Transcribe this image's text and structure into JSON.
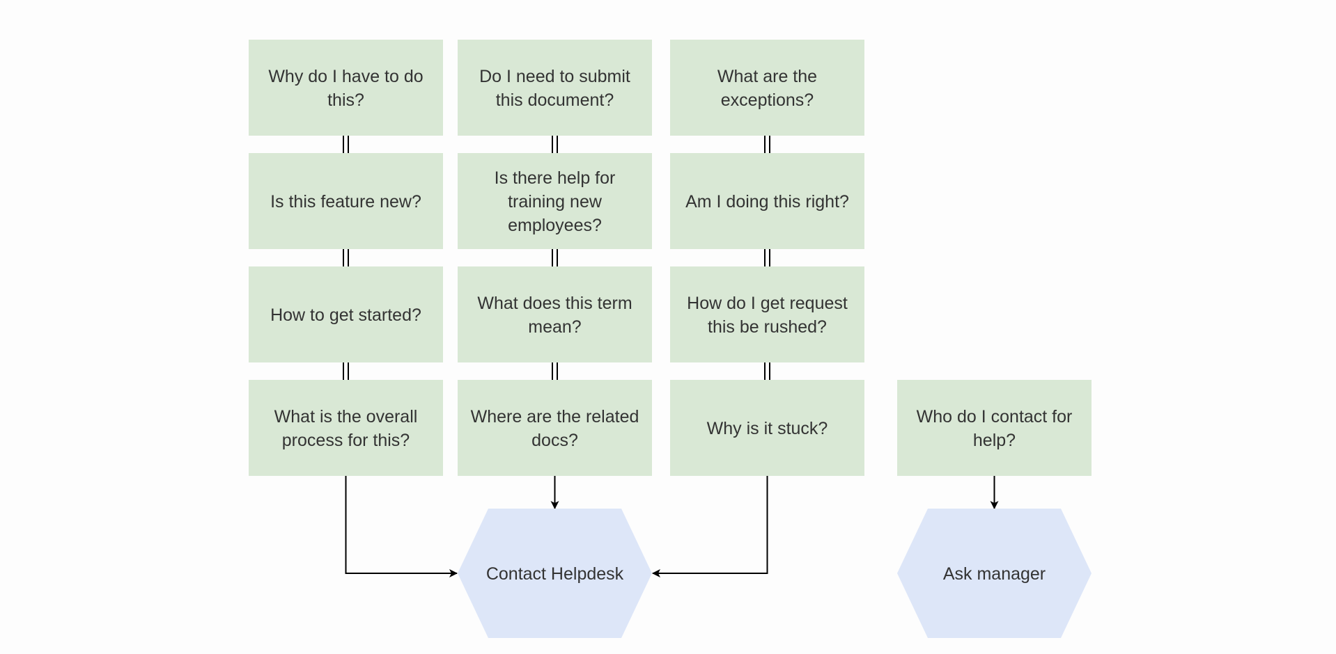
{
  "colors": {
    "box_fill": "#d9e8d5",
    "hex_fill": "#dde6f8",
    "text": "#333333",
    "line": "#000000",
    "background": "#fdfdfd"
  },
  "columns": [
    {
      "boxes": [
        {
          "lines": [
            "Why do I have to do",
            "this?"
          ]
        },
        {
          "lines": [
            "Is this feature new?"
          ]
        },
        {
          "lines": [
            "How to get started?"
          ]
        },
        {
          "lines": [
            "What is the overall",
            "process for this?"
          ]
        }
      ]
    },
    {
      "boxes": [
        {
          "lines": [
            "Do I need to submit",
            "this document?"
          ]
        },
        {
          "lines": [
            "Is there help for",
            "training new",
            "employees?"
          ]
        },
        {
          "lines": [
            "What does this term",
            "mean?"
          ]
        },
        {
          "lines": [
            "Where are the related",
            "docs?"
          ]
        }
      ]
    },
    {
      "boxes": [
        {
          "lines": [
            "What are the",
            "exceptions?"
          ]
        },
        {
          "lines": [
            "Am I doing this right?"
          ]
        },
        {
          "lines": [
            "How do I get request",
            "this be rushed?"
          ]
        },
        {
          "lines": [
            "Why is it stuck?"
          ]
        }
      ]
    }
  ],
  "extra_box": {
    "lines": [
      "Who do I contact for",
      "help?"
    ]
  },
  "targets": {
    "helpdesk": "Contact Helpdesk",
    "manager": "Ask manager"
  }
}
